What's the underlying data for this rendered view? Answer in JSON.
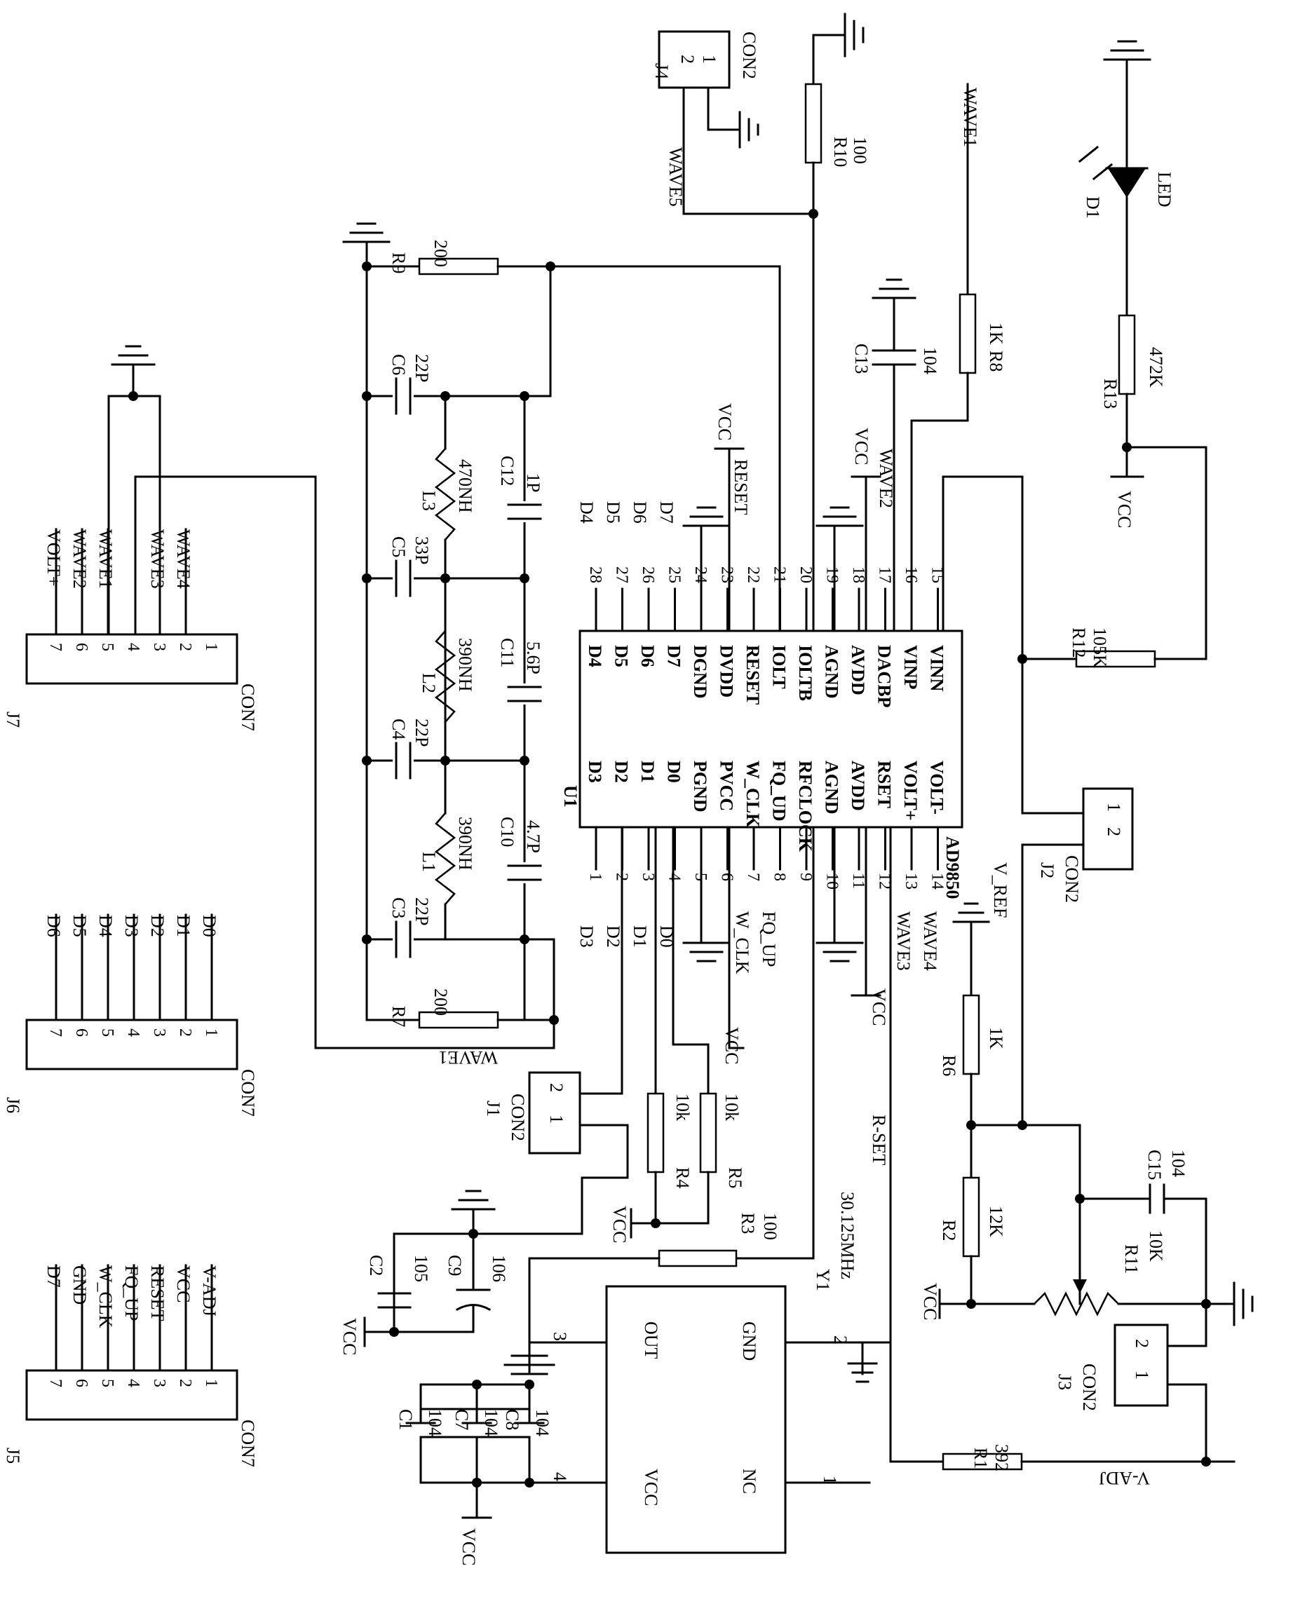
{
  "ic": {
    "ref": "U1",
    "part": "AD9850",
    "pins_left": [
      {
        "num": "1",
        "name": "D3",
        "net": "D3"
      },
      {
        "num": "2",
        "name": "D2",
        "net": "D2"
      },
      {
        "num": "3",
        "name": "D1",
        "net": "D1"
      },
      {
        "num": "4",
        "name": "D0",
        "net": "D0"
      },
      {
        "num": "5",
        "name": "PGND",
        "net": ""
      },
      {
        "num": "6",
        "name": "PVCC",
        "net": ""
      },
      {
        "num": "7",
        "name": "W_CLK",
        "net": "W_CLK"
      },
      {
        "num": "8",
        "name": "FQ_UD",
        "net": "FQ_UP"
      },
      {
        "num": "9",
        "name": "RFCLOCK",
        "net": ""
      },
      {
        "num": "10",
        "name": "AGND",
        "net": ""
      },
      {
        "num": "11",
        "name": "AVDD",
        "net": ""
      },
      {
        "num": "12",
        "name": "RSET",
        "net": ""
      },
      {
        "num": "13",
        "name": "VOLT+",
        "net": "WAVE3"
      },
      {
        "num": "14",
        "name": "VOLT-",
        "net": "WAVE4"
      }
    ],
    "pins_right": [
      {
        "num": "28",
        "name": "D4",
        "net": "D4"
      },
      {
        "num": "27",
        "name": "D5",
        "net": "D5"
      },
      {
        "num": "26",
        "name": "D6",
        "net": "D6"
      },
      {
        "num": "25",
        "name": "D7",
        "net": "D7"
      },
      {
        "num": "24",
        "name": "DGND",
        "net": ""
      },
      {
        "num": "23",
        "name": "DVDD",
        "net": "VCC"
      },
      {
        "num": "22",
        "name": "RESET",
        "net": "RESET"
      },
      {
        "num": "21",
        "name": "IOLT",
        "net": ""
      },
      {
        "num": "20",
        "name": "IOLTB",
        "net": ""
      },
      {
        "num": "19",
        "name": "AGND",
        "net": ""
      },
      {
        "num": "18",
        "name": "AVDD",
        "net": "VCC"
      },
      {
        "num": "17",
        "name": "DACBP",
        "net": ""
      },
      {
        "num": "16",
        "name": "VINP",
        "net": "WAVE2"
      },
      {
        "num": "15",
        "name": "VINN",
        "net": ""
      }
    ]
  },
  "connectors": {
    "J7": {
      "ref": "J7",
      "type": "CON7",
      "pins": [
        "7",
        "6",
        "5",
        "4",
        "3",
        "2",
        "1"
      ],
      "nets": [
        "VOLT+",
        "WAVE2",
        "WAVE1",
        "",
        "WAVE3",
        "WAVE4",
        ""
      ]
    },
    "J6": {
      "ref": "J6",
      "type": "CON7",
      "pins": [
        "7",
        "6",
        "5",
        "4",
        "3",
        "2",
        "1"
      ],
      "nets": [
        "D6",
        "D5",
        "D4",
        "D3",
        "D2",
        "D1",
        "D0"
      ]
    },
    "J5": {
      "ref": "J5",
      "type": "CON7",
      "pins": [
        "7",
        "6",
        "5",
        "4",
        "3",
        "2",
        "1"
      ],
      "nets": [
        "D7",
        "GND",
        "W_CLK",
        "FQ_UP",
        "RESET",
        "VCC",
        "V-ADJ"
      ]
    },
    "J4": {
      "ref": "J4",
      "type": "CON2",
      "pins": [
        "2",
        "1"
      ],
      "net": "WAVE5"
    },
    "J1": {
      "ref": "J1",
      "type": "CON2",
      "pins": [
        "2",
        "1"
      ]
    },
    "J2": {
      "ref": "J2",
      "type": "CON2",
      "pins": [
        "1",
        "2"
      ],
      "net": "V_REF"
    },
    "J3": {
      "ref": "J3",
      "type": "CON2",
      "pins": [
        "2",
        "1"
      ]
    }
  },
  "parts": {
    "R9": {
      "ref": "R9",
      "value": "200"
    },
    "R7": {
      "ref": "R7",
      "value": "200"
    },
    "R10": {
      "ref": "R10",
      "value": "100"
    },
    "R8": {
      "ref": "R8",
      "value": "1K"
    },
    "R13": {
      "ref": "R13",
      "value": "472K"
    },
    "R12": {
      "ref": "R12",
      "value": "105K"
    },
    "R6": {
      "ref": "R6",
      "value": "1K"
    },
    "R2": {
      "ref": "R2",
      "value": "12K"
    },
    "R11": {
      "ref": "R11",
      "value": "10K"
    },
    "R1": {
      "ref": "R1",
      "value": "392"
    },
    "R3": {
      "ref": "R3",
      "value": "100"
    },
    "R4": {
      "ref": "R4",
      "value": "10k"
    },
    "R5": {
      "ref": "R5",
      "value": "10k"
    },
    "C6": {
      "ref": "C6",
      "value": "22P"
    },
    "C5": {
      "ref": "C5",
      "value": "33P"
    },
    "C4": {
      "ref": "C4",
      "value": "22P"
    },
    "C3": {
      "ref": "C3",
      "value": "22P"
    },
    "C12": {
      "ref": "C12",
      "value": "1P"
    },
    "C11": {
      "ref": "C11",
      "value": "5.6P"
    },
    "C10": {
      "ref": "C10",
      "value": "4.7P"
    },
    "C13": {
      "ref": "C13",
      "value": "104"
    },
    "C15": {
      "ref": "C15",
      "value": "104"
    },
    "C2": {
      "ref": "C2",
      "value": "105"
    },
    "C9": {
      "ref": "C9",
      "value": "106"
    },
    "C1": {
      "ref": "C1",
      "value": "104"
    },
    "C7": {
      "ref": "C7",
      "value": "104"
    },
    "C8": {
      "ref": "C8",
      "value": "104"
    },
    "L3": {
      "ref": "L3",
      "value": "470NH"
    },
    "L2": {
      "ref": "L2",
      "value": "390NH"
    },
    "L1": {
      "ref": "L1",
      "value": "390NH"
    },
    "D1": {
      "ref": "D1",
      "value": "LED"
    },
    "Y1": {
      "ref": "Y1",
      "value": "30.125MHz"
    }
  },
  "oscillator": {
    "pin_out": "OUT",
    "pin_gnd": "GND",
    "pin_vcc": "VCC",
    "pin_nc": "NC",
    "num1": "1",
    "num2": "2",
    "num3": "3",
    "num4": "4"
  },
  "nets": {
    "vcc": "VCC",
    "wave1": "WAVE1",
    "wave1_flipped": "WAVE1",
    "wave2": "WAVE2",
    "wave3": "WAVE3",
    "wave4": "WAVE4",
    "wave5": "WAVE5",
    "rset": "R-SET",
    "vadj": "V-ADJ",
    "vref": "V_REF",
    "d3": "D3",
    "d2": "D2",
    "d1": "D1",
    "d0": "D0",
    "d4": "D4",
    "d5": "D5",
    "d6": "D6",
    "d7": "D7",
    "wclk": "W_CLK",
    "fqup": "FQ_UP",
    "reset": "RESET"
  }
}
